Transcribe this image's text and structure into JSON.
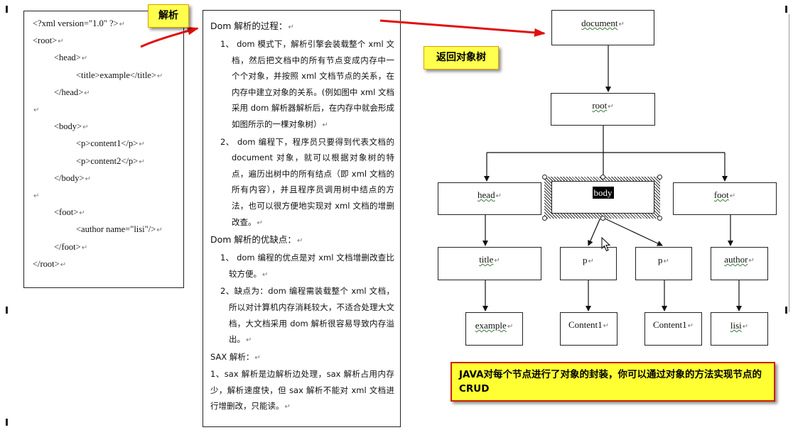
{
  "xml_listing": [
    {
      "indent": 0,
      "text": "<?xml version=\"1.0\" ?>"
    },
    {
      "indent": 0,
      "text": "<root>"
    },
    {
      "indent": 1,
      "text": "<head>"
    },
    {
      "indent": 2,
      "text": "<title>example</title>"
    },
    {
      "indent": 1,
      "text": "</head>"
    },
    {
      "indent": 0,
      "text": ""
    },
    {
      "indent": 1,
      "text": "<body>"
    },
    {
      "indent": 2,
      "text": "<p>content1</p>"
    },
    {
      "indent": 2,
      "text": "<p>content2</p>"
    },
    {
      "indent": 1,
      "text": "</body>"
    },
    {
      "indent": 0,
      "text": ""
    },
    {
      "indent": 1,
      "text": "<foot>"
    },
    {
      "indent": 2,
      "text": "<author name=\"lisi\"/>"
    },
    {
      "indent": 1,
      "text": "</foot>"
    },
    {
      "indent": 0,
      "text": "</root>"
    }
  ],
  "explanation": [
    {
      "style": "h",
      "text": "Dom 解析的过程："
    },
    {
      "style": "num",
      "text": "1、 dom 模式下，解析引擎会装载整个 xml 文档，然后把文档中的所有节点变成内存中一个个对象，并按照 xml 文档节点的关系，在内存中建立对象的关系。(例如图中 xml 文档采用 dom 解析器解析后，在内存中就会形成如图所示的一棵对象树）"
    },
    {
      "style": "num",
      "text": "2、 dom 编程下，程序员只要得到代表文档的 document 对象，就可以根据对象树的特点，遍历出树中的所有结点（即 xml 文档的所有内容），并且程序员调用树中结点的方法，也可以很方便地实现对 xml 文档的增删改查。"
    },
    {
      "style": "h",
      "text": "Dom 解析的优缺点："
    },
    {
      "style": "num2",
      "text": "1、 dom 编程的优点是对 xml 文档增删改查比较方便。"
    },
    {
      "style": "num2",
      "text": "2、缺点为：dom 编程需装载整个 xml 文档，所以对计算机内存消耗较大，不适合处理大文档，大文档采用 dom 解析很容易导致内存溢出。"
    },
    {
      "style": "p",
      "text": "SAX 解析："
    },
    {
      "style": "p",
      "text": "1、sax 解析是边解析边处理，sax 解析占用内存少，解析速度快，但 sax 解析不能对 xml 文档进行增删改，只能读。"
    }
  ],
  "callouts": {
    "parse": "解析",
    "return_tree": "返回对象树",
    "java_note": "JAVA对每个节点进行了对象的封装，你可以通过对象的方法实现节点的CRUD"
  },
  "tree": {
    "document": "document",
    "root": "root",
    "head": "head",
    "body": "body",
    "foot": "foot",
    "title": "title",
    "p1": "p",
    "p2": "p",
    "author": "author",
    "example": "example",
    "content1a": "Content1",
    "content1b": "Content1",
    "lisi": "lisi"
  },
  "colors": {
    "callout_fill": "#ffff4d",
    "callout_red_border": "#cc2200",
    "red_arrow": "#e01010"
  }
}
